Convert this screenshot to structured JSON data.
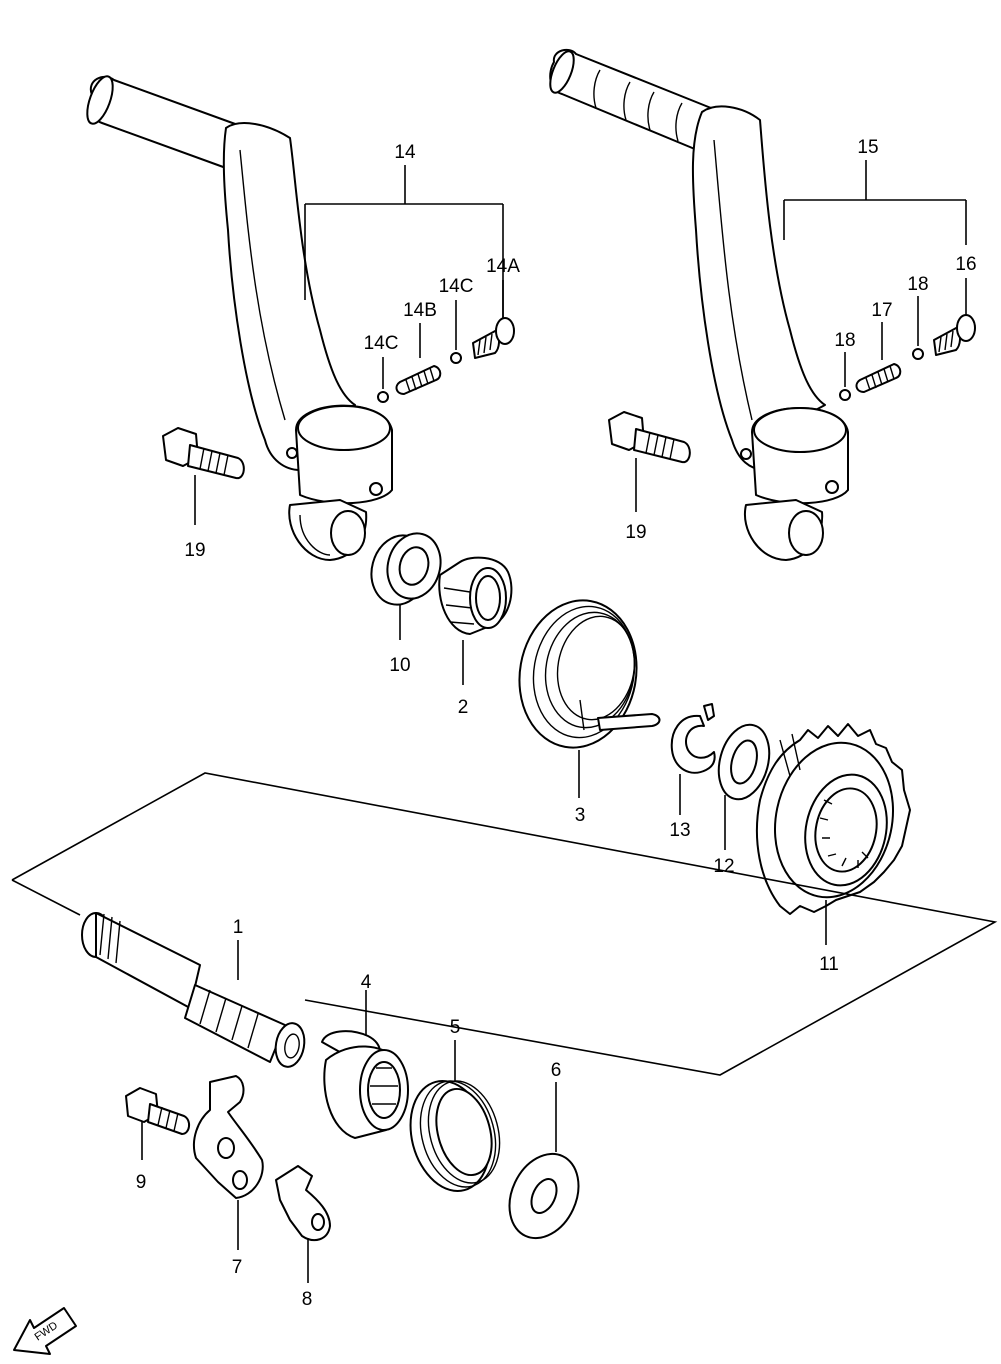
{
  "labels": {
    "p1": "1",
    "p2": "2",
    "p3": "3",
    "p4": "4",
    "p5": "5",
    "p6": "6",
    "p7": "7",
    "p8": "8",
    "p9": "9",
    "p10": "10",
    "p11": "11",
    "p12": "12",
    "p13": "13",
    "p14": "14",
    "p14a": "14A",
    "p14b": "14B",
    "p14c_top": "14C",
    "p14c_low": "14C",
    "p15": "15",
    "p16": "16",
    "p17": "17",
    "p18_top": "18",
    "p18_low": "18",
    "p19_left": "19",
    "p19_right": "19"
  },
  "fwd_label": "FWD"
}
